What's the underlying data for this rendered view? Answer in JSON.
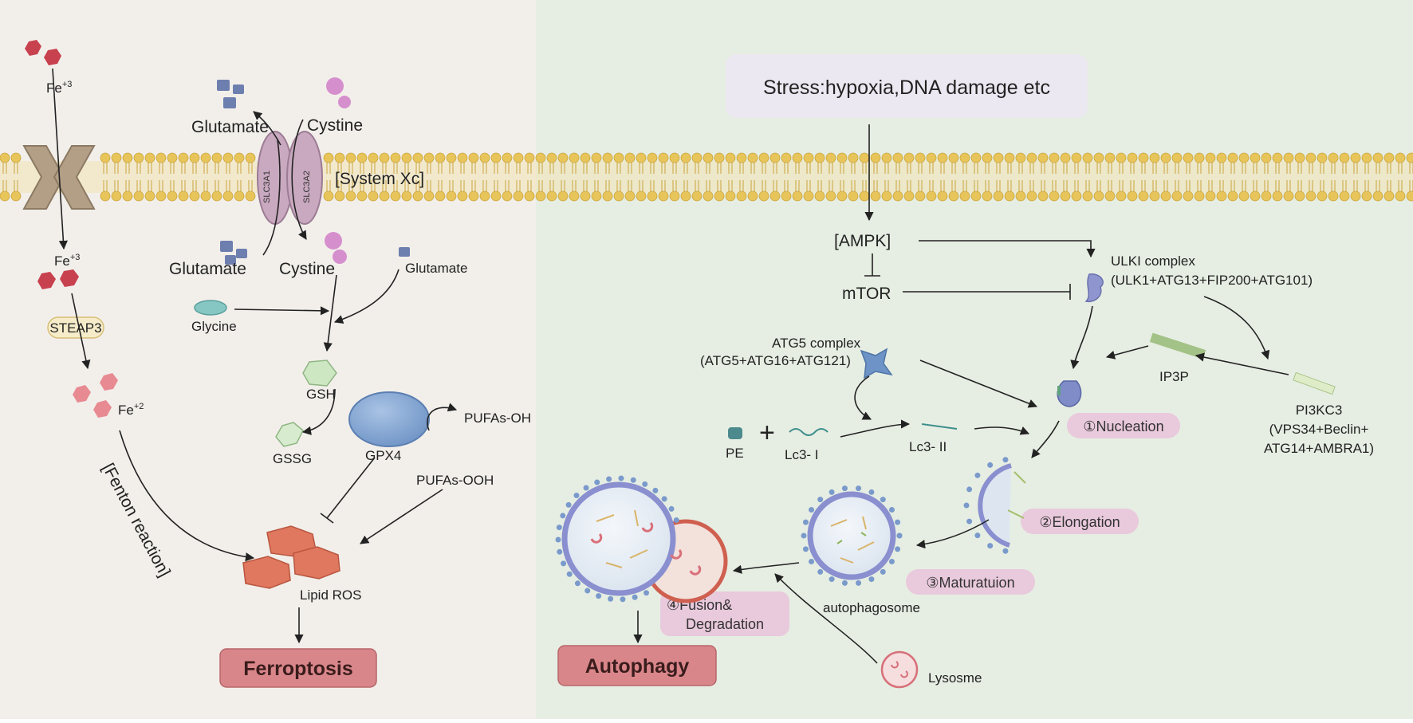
{
  "colors": {
    "left_panel": "#f2efeb",
    "right_panel": "#e6eee3",
    "membrane": "#e8c55a",
    "iron": "#c8414f",
    "iron_light": "#e88a92",
    "phase_tag": "#e9c9dc",
    "outcome_box": "#d9868a"
  },
  "ferroptosis": {
    "fe3_top": "Fe",
    "fe3_top_sup": "+3",
    "fe3_mid": "Fe",
    "fe3_mid_sup": "+3",
    "steap3": "STEAP3",
    "fe2": "Fe",
    "fe2_sup": "+2",
    "fenton": "[Fenton reaction]",
    "glutamate_top": "Glutamate",
    "cystine_top": "Cystine",
    "slc3a1": "SLC3A1",
    "slc3a2": "SLC3A2",
    "system_xc": "[System Xc]",
    "glutamate_bottom": "Glutamate",
    "cystine_bottom": "Cystine",
    "glutamate_small": "Glutamate",
    "glycine": "Glycine",
    "gsh": "GSH",
    "gssg": "GSSG",
    "gpx4": "GPX4",
    "pufas_oh": "PUFAs-OH",
    "pufas_ooh": "PUFAs-OOH",
    "lipid_ros": "Lipid ROS",
    "outcome": "Ferroptosis"
  },
  "autophagy": {
    "stress": "Stress:hypoxia,DNA damage etc",
    "ampk": "[AMPK]",
    "mtor": "mTOR",
    "ulk_title": "ULKI complex",
    "ulk_detail": "(ULK1+ATG13+FIP200+ATG101)",
    "atg5_title": "ATG5 complex",
    "atg5_detail": "(ATG5+ATG16+ATG121)",
    "ip3p": "IP3P",
    "pi3kc3_l1": "PI3KC3",
    "pi3kc3_l2": "(VPS34+Beclin+",
    "pi3kc3_l3": "ATG14+AMBRA1)",
    "pe": "PE",
    "plus": "+",
    "lc3_i": "Lc3- I",
    "lc3_ii": "Lc3- II",
    "step1": "①Nucleation",
    "step2": "②Elongation",
    "step3": "③Maturatuion",
    "step4_l1": "④Fusion&",
    "step4_l2": "Degradation",
    "autophagosome": "autophagosome",
    "lysosome": "Lysosme",
    "outcome": "Autophagy"
  }
}
